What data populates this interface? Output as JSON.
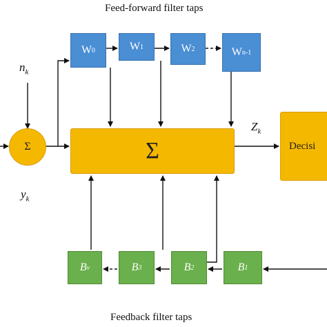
{
  "captions": {
    "top": "Feed-forward  filter taps",
    "bottom": "Feedback  filter taps"
  },
  "feedforward": [
    {
      "base": "W",
      "sub": "0"
    },
    {
      "base": "W",
      "sub": "1"
    },
    {
      "base": "W",
      "sub": "2"
    },
    {
      "base": "W",
      "sub": "n-1"
    }
  ],
  "feedback": [
    {
      "base": "B",
      "sub": "v"
    },
    {
      "base": "B",
      "sub": "3"
    },
    {
      "base": "B",
      "sub": "2"
    },
    {
      "base": "B",
      "sub": "1"
    }
  ],
  "adder_symbol": "Σ",
  "summation_symbol": "Σ",
  "decision_label": "Decisi",
  "signals": {
    "noise": {
      "base": "n",
      "sub": "k"
    },
    "received": {
      "base": "y",
      "sub": "k"
    },
    "output": {
      "base": "Z",
      "sub": "k"
    }
  },
  "colors": {
    "feedforward_tap": "#4a8ed4",
    "feedback_tap": "#6ab04c",
    "summation": "#f5b800"
  }
}
